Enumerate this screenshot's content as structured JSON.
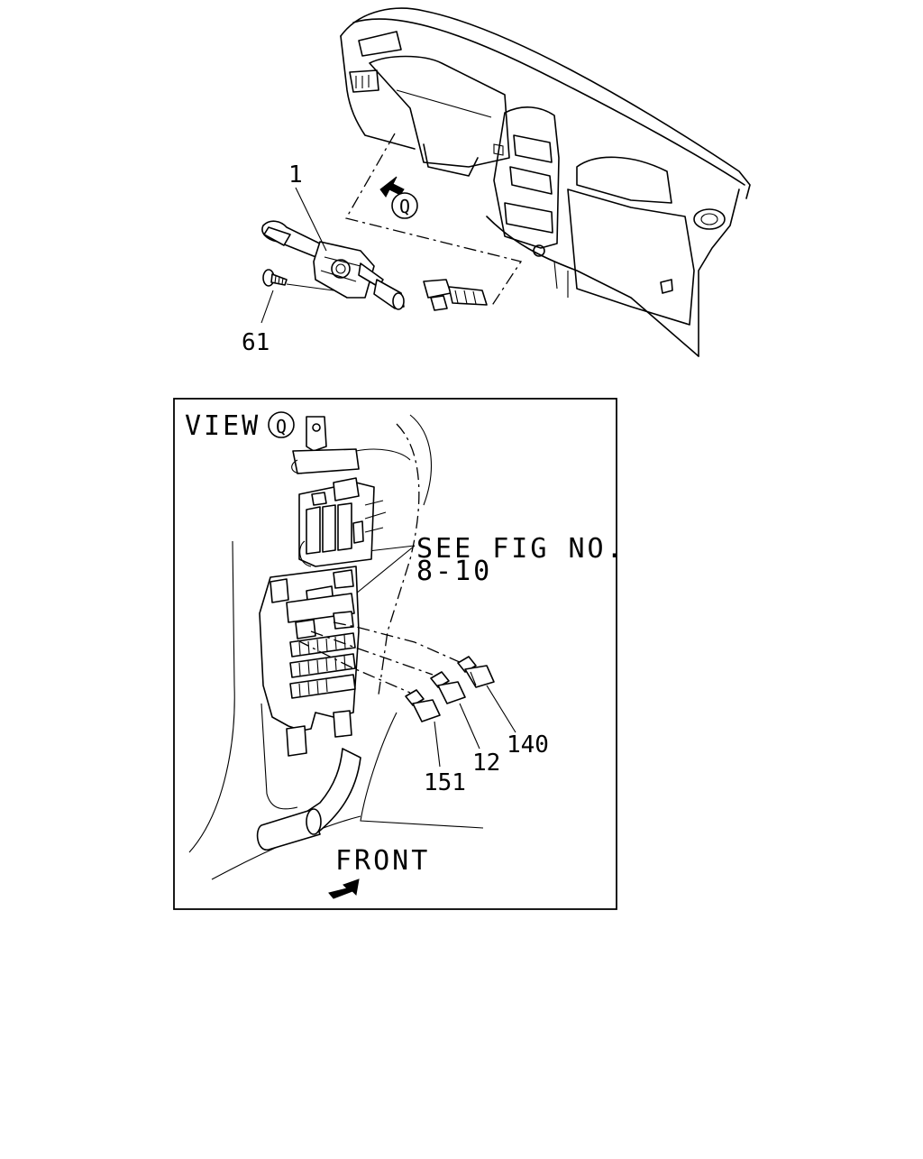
{
  "diagram": {
    "callouts": [
      {
        "key": "part-1",
        "label": "1"
      },
      {
        "key": "part-61",
        "label": "61"
      },
      {
        "key": "part-140",
        "label": "140"
      },
      {
        "key": "part-12",
        "label": "12"
      },
      {
        "key": "part-151",
        "label": "151"
      }
    ],
    "view_marker": "Q",
    "view_title": "VIEW",
    "reference_line1": "SEE FIG NO.",
    "reference_line2": "8-10",
    "direction_label": "FRONT"
  }
}
